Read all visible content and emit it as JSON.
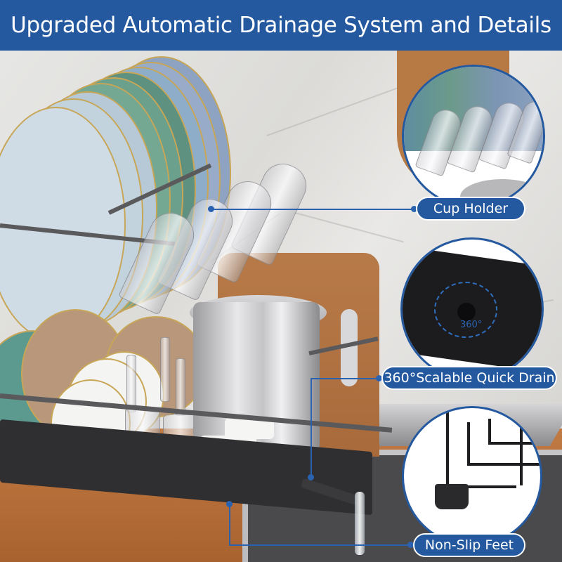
{
  "banner": {
    "title": "Upgraded Automatic Drainage System and Details",
    "background_color": "#2459a0",
    "text_color": "#ffffff"
  },
  "callouts": [
    {
      "label": "Cup Holder",
      "detail": "cup-holder-closeup"
    },
    {
      "label": "360°Scalable Quick Drain",
      "detail": "drain-tray-closeup",
      "badge": "360°"
    },
    {
      "label": "Non-Slip Feet",
      "detail": "rubber-foot-closeup"
    }
  ],
  "accent_color": "#2459a0",
  "scene": {
    "description": "Two-tier dark grey dish drying rack on wooden countertop with plates, bowls, glasses, stainless pot and cutting board; drain spout pouring water into sink"
  }
}
